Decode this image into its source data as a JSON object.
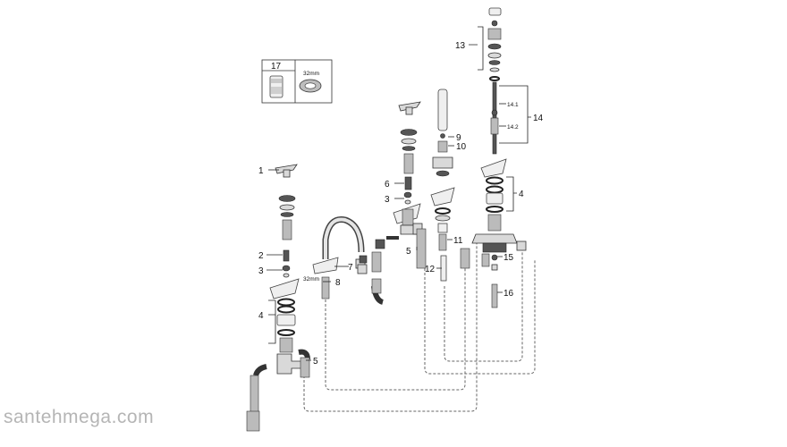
{
  "watermark": "santehmega.com",
  "legend_box": {
    "number": "17",
    "dimension": "32mm"
  },
  "spout_dimension": "32mm",
  "callouts": {
    "c1": "1",
    "c2": "2",
    "c3a": "3",
    "c3b": "3",
    "c4a": "4",
    "c4b": "4",
    "c5a": "5",
    "c5b": "5",
    "c6": "6",
    "c7": "7",
    "c8": "8",
    "c9": "9",
    "c10": "10",
    "c11": "11",
    "c12": "12",
    "c13": "13",
    "c14": "14",
    "c14_1": "14.1",
    "c14_2": "14.2",
    "c15": "15",
    "c16": "16"
  }
}
